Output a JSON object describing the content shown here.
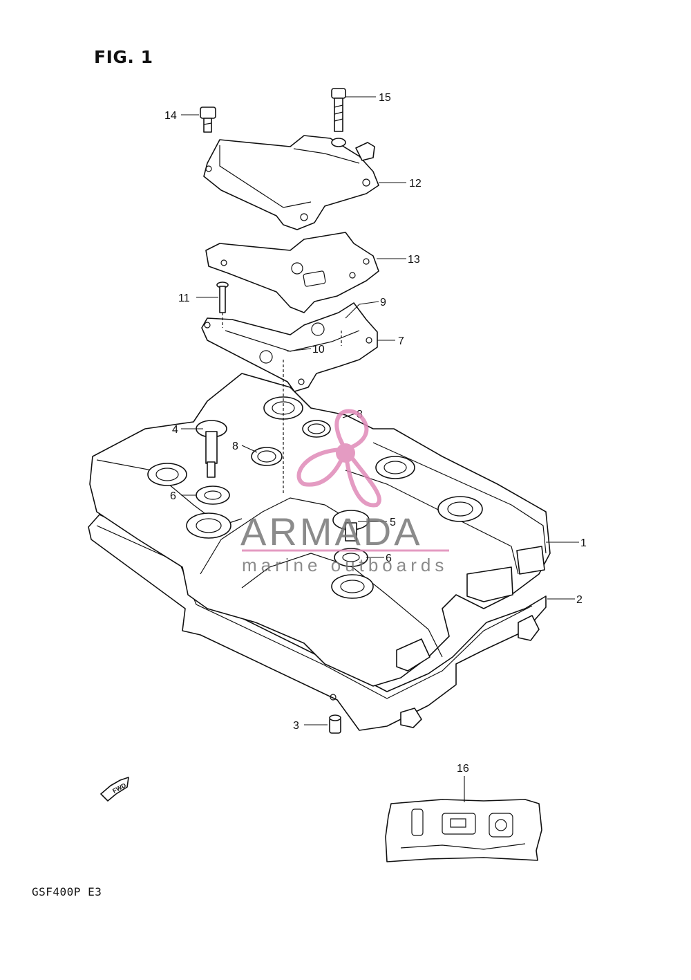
{
  "figure_title": "FIG. 1",
  "model_code": "GSF400P  E3",
  "fwd_label": "FWD",
  "watermark": {
    "brand": "ARMADA",
    "tagline": "marine outboards",
    "color": "#e08ab8"
  },
  "callouts": [
    "1",
    "2",
    "3",
    "4",
    "5",
    "6",
    "6",
    "7",
    "8",
    "8",
    "9",
    "10",
    "11",
    "12",
    "13",
    "14",
    "15",
    "16"
  ]
}
